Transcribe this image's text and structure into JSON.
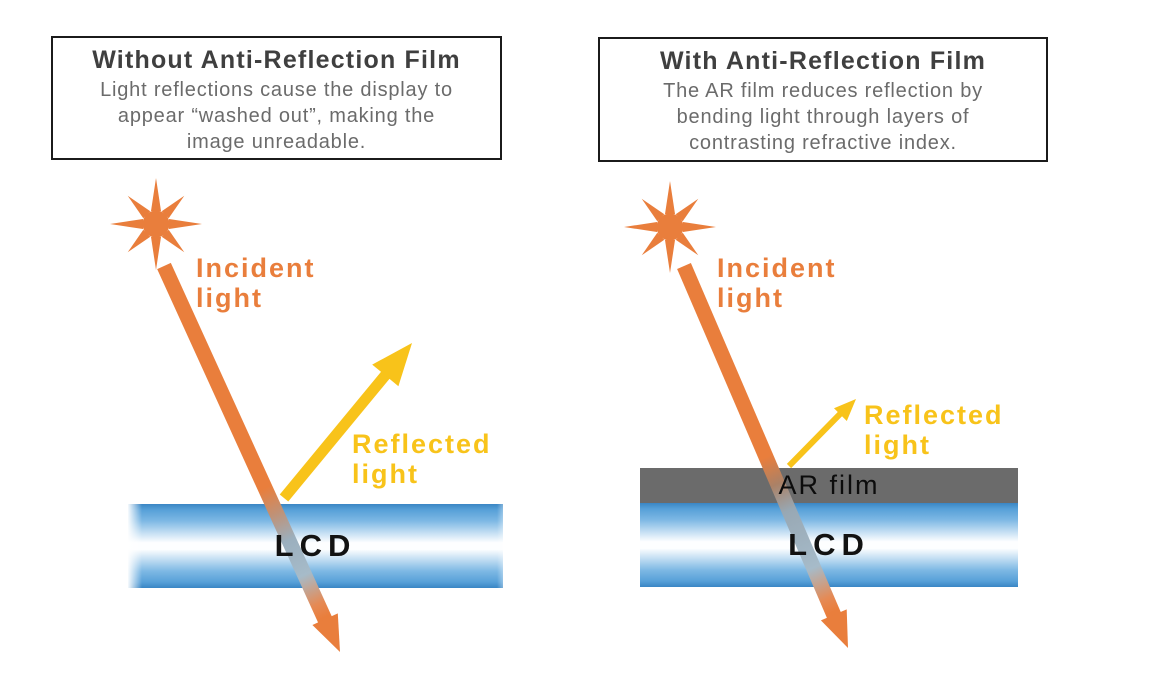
{
  "left_panel": {
    "title": "Without Anti-Reflection Film",
    "description": "Light reflections cause the display to\nappear “washed out”, making the\nimage unreadable.",
    "incident_label": "Incident\nlight",
    "reflected_label": "Reflected\nlight",
    "lcd_label": "LCD"
  },
  "right_panel": {
    "title": "With Anti-Reflection Film",
    "description": "The AR film reduces reflection by\nbending light through layers of\ncontrasting refractive index.",
    "incident_label": "Incident\nlight",
    "reflected_label": "Reflected\nlight",
    "ar_film_label": "AR film",
    "lcd_label": "LCD"
  },
  "colors": {
    "incident_orange": "#e97e3c",
    "reflected_yellow": "#f8c31a",
    "ar_film_gray": "#6b6b6b",
    "lcd_blue": "#4f9cd7",
    "title_text": "#3f3f3f",
    "body_text": "#6b6b6b",
    "label_black": "#121212"
  },
  "icons": {
    "sun": "☀"
  }
}
